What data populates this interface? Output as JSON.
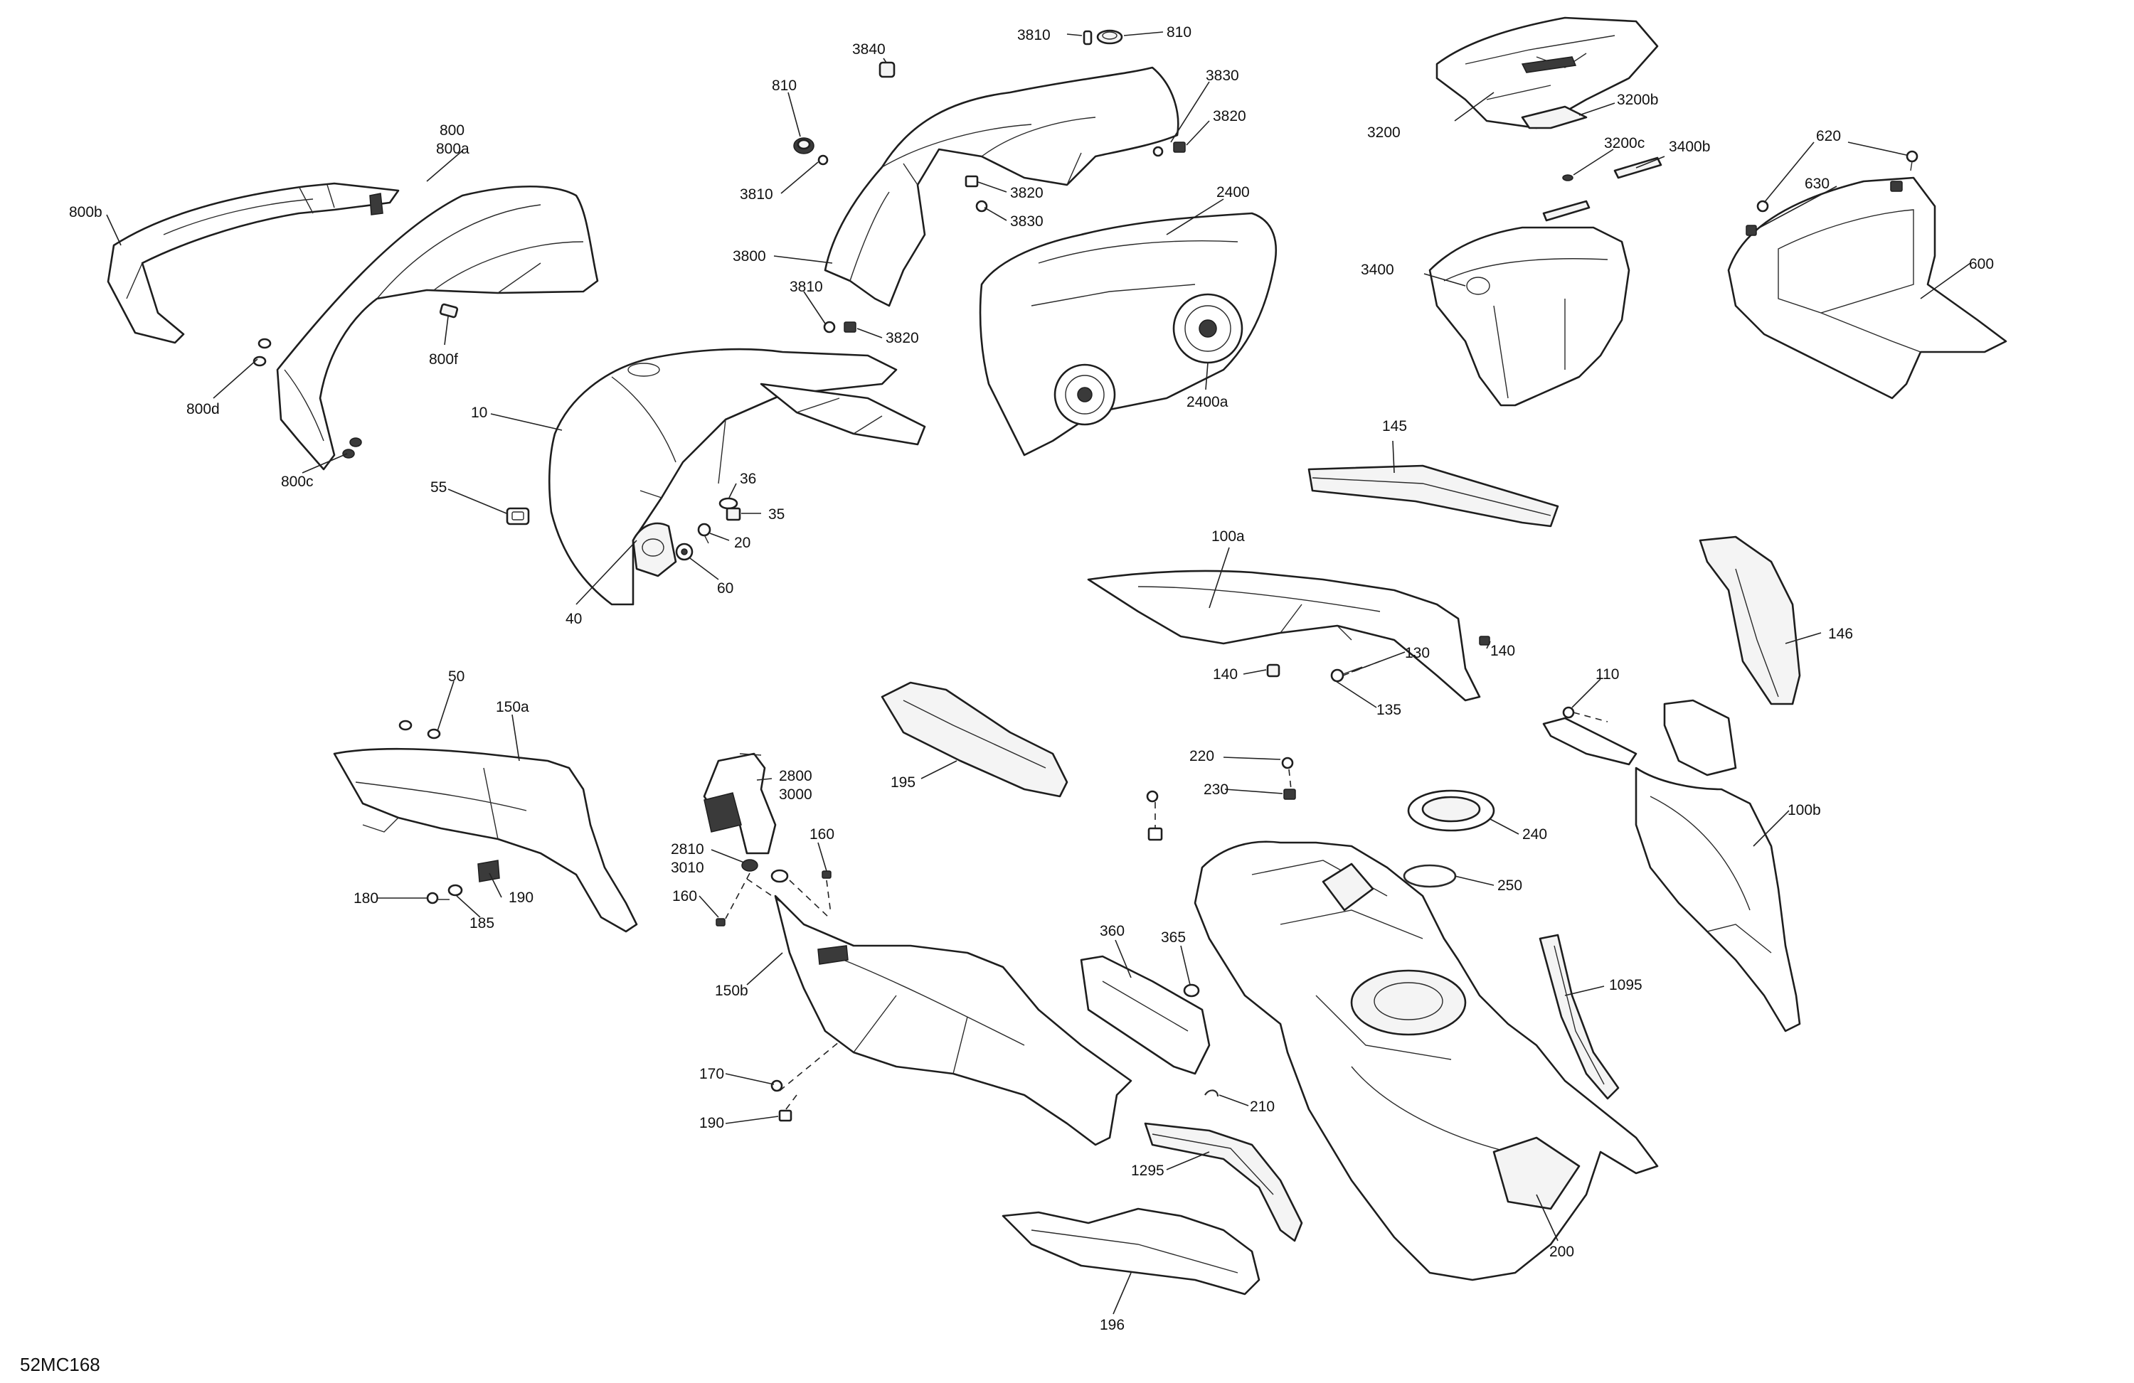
{
  "figure": {
    "reference_code": "52MC168"
  },
  "callouts": {
    "c3810_top": "3810",
    "c810_top": "810",
    "c3840": "3840",
    "c810_left": "810",
    "c3830_top": "3830",
    "c3820_top": "3820",
    "c3810_mid": "3810",
    "c3820_mid": "3820",
    "c3830_mid": "3830",
    "c3800": "3800",
    "c3810_low": "3810",
    "c3820_low": "3820",
    "c2400": "2400",
    "c2400a": "2400a",
    "c800": "800",
    "c800a": "800a",
    "c800b": "800b",
    "c800f": "800f",
    "c800d": "800d",
    "c800c": "800c",
    "c10": "10",
    "c55": "55",
    "c36": "36",
    "c35": "35",
    "c20": "20",
    "c60": "60",
    "c40": "40",
    "c3200": "3200",
    "c3200b": "3200b",
    "c3200c": "3200c",
    "c3400b": "3400b",
    "c3400": "3400",
    "c620": "620",
    "c630": "630",
    "c600": "600",
    "c145": "145",
    "c100a": "100a",
    "c140_right": "140",
    "c140_left": "140",
    "c130": "130",
    "c135": "135",
    "c146": "146",
    "c110": "110",
    "c100b": "100b",
    "c50": "50",
    "c150a": "150a",
    "c180": "180",
    "c185": "185",
    "c190_top": "190",
    "c2800": "2800",
    "c3000": "3000",
    "c2810": "2810",
    "c3010": "3010",
    "c160_right": "160",
    "c160_left": "160",
    "c150b": "150b",
    "c170": "170",
    "c190_low": "190",
    "c195": "195",
    "c220": "220",
    "c230": "230",
    "c240": "240",
    "c250": "250",
    "c360": "360",
    "c365": "365",
    "c210": "210",
    "c1095": "1095",
    "c1295": "1295",
    "c196": "196",
    "c200": "200"
  }
}
